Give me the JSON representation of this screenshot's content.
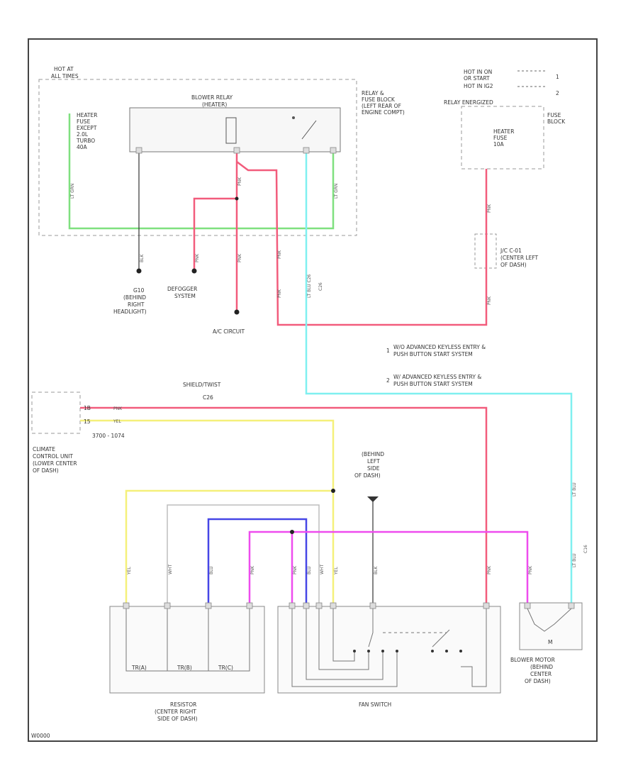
{
  "colors": {
    "red": "#f25c7c",
    "green": "#7fe07f",
    "cyan": "#7ff0f0",
    "yellow": "#f5f07a",
    "blue": "#4646e6",
    "magenta": "#ee4cee",
    "black": "#333333",
    "gray": "#bdbdbd",
    "dash": "#999999"
  },
  "labels": {
    "hot_all_times": [
      "HOT AT",
      "ALL TIMES"
    ],
    "heater_fuse_left": [
      "HEATER",
      "FUSE",
      "EXCEPT",
      "2.0L",
      "TURBO",
      "40A"
    ],
    "blower_relay": [
      "BLOWER RELAY",
      "(HEATER)"
    ],
    "relay_fuse_block": [
      "RELAY &",
      "FUSE BLOCK",
      "(LEFT REAR OF",
      "ENGINE COMPT)"
    ],
    "hot_in_on": [
      "HOT IN ON",
      "OR START",
      "HOT IN IG2",
      "RELAY ENERGIZED"
    ],
    "fuse_block": [
      "FUSE",
      "BLOCK"
    ],
    "heater_fuse_right": [
      "HEATER",
      "FUSE",
      "10A"
    ],
    "jc": [
      "J/C C-01",
      "(CENTER LEFT",
      "OF DASH)"
    ],
    "gnd_headlight": [
      "G10",
      "(BEHIND",
      "RIGHT",
      "HEADLIGHT)"
    ],
    "defogger": [
      "DEFOGGER",
      "SYSTEM"
    ],
    "ac_circuit": "A/C CIRCUIT",
    "notes": [
      "W/O ADVANCED KEYLESS ENTRY &",
      "PUSH BUTTON START SYSTEM",
      "W/ ADVANCED KEYLESS ENTRY &",
      "PUSH BUTTON START SYSTEM"
    ],
    "shielded": [
      "SHIELD/TWIST",
      "C26"
    ],
    "climate": [
      "CLIMATE",
      "CONTROL UNIT",
      "(LOWER CENTER",
      "OF DASH)"
    ],
    "behind_left": [
      "(BEHIND",
      "LEFT",
      "SIDE",
      "OF DASH)"
    ],
    "resistor": [
      "RESISTOR",
      "(CENTER RIGHT",
      "SIDE OF DASH)"
    ],
    "fan_switch": "FAN SWITCH",
    "blower_motor": [
      "BLOWER MOTOR",
      "(BEHIND",
      "CENTER",
      "OF DASH)"
    ],
    "footer_code": "W0000",
    "resistor_values": [
      "TR(A)",
      "TR(B)",
      "TR(C)"
    ],
    "motor_symbol": "M",
    "note_nums": [
      "1",
      "2"
    ],
    "pin_labels": [
      "1B",
      "15",
      "3700 - 1074"
    ],
    "wire": {
      "lt_grn": "LT GRN",
      "blk": "BLK",
      "pnk": "PNK",
      "yel": "YEL",
      "lt_blu": "LT BLU",
      "blu": "BLU",
      "wht": "WHT",
      "c26": "C26",
      "c16": "C16",
      "lt_blu_c26": "LT BLU C26"
    }
  }
}
